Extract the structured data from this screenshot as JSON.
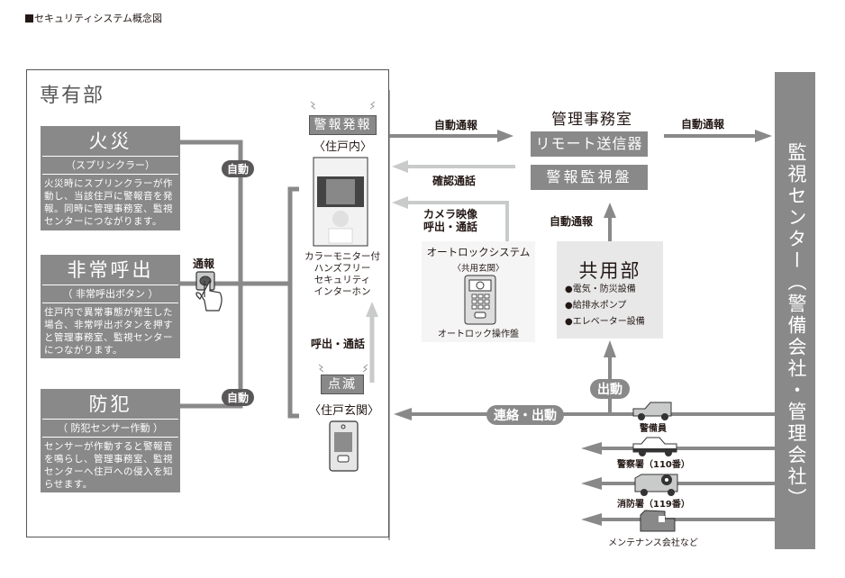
{
  "title": "セキュリティシステム概念図",
  "private_area": {
    "label": "専有部",
    "features": [
      {
        "title": "火災",
        "subtitle": "（スプリンクラー）",
        "description": "火災時にスプリンクラーが作動し、当該住戸に警報音を発報。同時に管理事務室、監視センターにつながります。",
        "connector_label": "自動"
      },
      {
        "title": "非常呼出",
        "subtitle": "（ 非常呼出ボタン ）",
        "description": "住戸内で異常事態が発生した場合、非常呼出ボタンを押すと管理事務室、監視センターにつながります。",
        "connector_label": "通報"
      },
      {
        "title": "防犯",
        "subtitle": "（ 防犯センサー作動 ）",
        "description": "センサーが作動すると警報音を鳴らし、管理事務室、監視センターへ住戸への侵入を知らせます。",
        "connector_label": "自動"
      }
    ],
    "indoor_unit": {
      "badge": "警報発報",
      "location": "〈住戸内〉",
      "caption_lines": [
        "カラーモニター付",
        "ハンズフリー",
        "セキュリティ",
        "インターホン"
      ]
    },
    "entrance_unit": {
      "badge": "点滅",
      "location": "〈住戸玄関〉",
      "call_label": "呼出・通話"
    }
  },
  "management_office": {
    "title": "管理事務室",
    "devices": [
      "リモート送信器",
      "警報監視盤"
    ]
  },
  "flows": {
    "auto_report_1": "自動通報",
    "confirm_call": "確認通話",
    "camera_call_line1": "カメラ映像",
    "camera_call_line2": "呼出・通話",
    "auto_report_2": "自動通報",
    "auto_report_3": "自動通報",
    "contact_dispatch": "連絡・出動",
    "dispatch": "出動"
  },
  "autolock": {
    "title": "オートロックシステム",
    "location": "〈共用玄関〉",
    "panel_label": "オートロック操作盤"
  },
  "common_area": {
    "title": "共用部",
    "items": [
      "●電気・防災設備",
      "●給排水ポンプ",
      "●エレベーター設備"
    ]
  },
  "monitor_center": {
    "label": "監視センター（警備会社・管理会社）"
  },
  "responders": [
    {
      "icon": "security-car-icon",
      "label": "警備員"
    },
    {
      "icon": "police-car-icon",
      "label": "警察署（110番）"
    },
    {
      "icon": "fire-truck-icon",
      "label": "消防署（119番）"
    },
    {
      "icon": "building-icon",
      "label": "メンテナンス会社など"
    }
  ]
}
